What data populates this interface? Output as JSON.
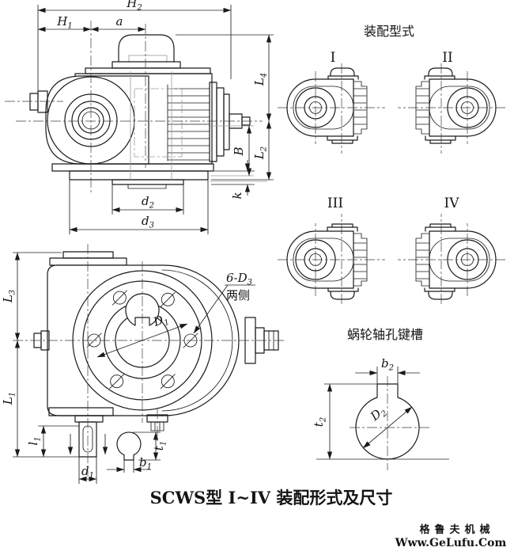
{
  "colors": {
    "line": "#1a1a1a",
    "dimension": "#222222",
    "auxiliary": "#9a9a9a",
    "background": "#ffffff"
  },
  "side_view": {
    "dims": {
      "H2": {
        "base": "H",
        "sub": "2"
      },
      "H1": {
        "base": "H",
        "sub": "1"
      },
      "a": {
        "base": "a",
        "sub": ""
      },
      "L4": {
        "base": "L",
        "sub": "4"
      },
      "B": {
        "base": "B",
        "sub": ""
      },
      "L2": {
        "base": "L",
        "sub": "2"
      },
      "k": {
        "base": "k",
        "sub": ""
      },
      "d2": {
        "base": "d",
        "sub": "2"
      },
      "d3": {
        "base": "d",
        "sub": "3"
      }
    }
  },
  "front_view": {
    "dims": {
      "L3": {
        "base": "L",
        "sub": "3"
      },
      "L1": {
        "base": "L",
        "sub": "1"
      },
      "l1": {
        "base": "l",
        "sub": "1"
      },
      "d1": {
        "base": "d",
        "sub": "1"
      },
      "b1": {
        "base": "b",
        "sub": "1"
      },
      "t1": {
        "base": "t",
        "sub": "1"
      },
      "D1": {
        "base": "D",
        "sub": "1"
      }
    },
    "callout": {
      "pre": "6-",
      "base": "D",
      "sub": "3",
      "note": "两侧"
    }
  },
  "assembly": {
    "title": "装配型式",
    "types": [
      {
        "label": "I"
      },
      {
        "label": "II"
      },
      {
        "label": "III"
      },
      {
        "label": "IV"
      }
    ]
  },
  "keyway": {
    "title": "蜗轮轴孔键槽",
    "dims": {
      "b2": {
        "base": "b",
        "sub": "2"
      },
      "t2": {
        "base": "t",
        "sub": "2"
      },
      "D2": {
        "base": "D",
        "sub": "2"
      }
    }
  },
  "caption": "SCWS型 I~IV 装配形式及尺寸",
  "watermark": {
    "line1": "格鲁夫机械",
    "line2": "Www.GeLufu.Com",
    "color": "#f28a8a"
  }
}
